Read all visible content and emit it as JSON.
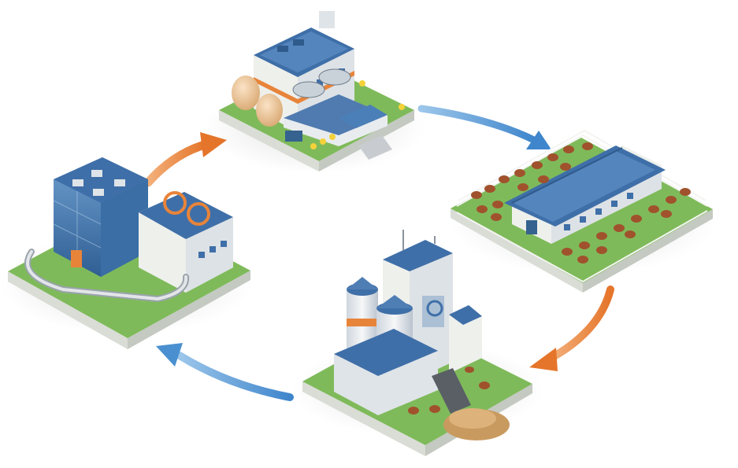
{
  "diagram": {
    "description_free": true,
    "stations": [
      {
        "id": "hatchery",
        "icon": "hatchery-building-icon"
      },
      {
        "id": "poultry-farm",
        "icon": "poultry-farm-icon"
      },
      {
        "id": "feed-mill",
        "icon": "feed-mill-icon"
      },
      {
        "id": "processing-plant",
        "icon": "processing-plant-icon"
      }
    ],
    "arrows": [
      {
        "from": "hatchery",
        "to": "poultry-farm",
        "color": "#4a90d0"
      },
      {
        "from": "poultry-farm",
        "to": "feed-mill",
        "color": "#e8843a"
      },
      {
        "from": "feed-mill",
        "to": "processing-plant",
        "color": "#4a90d0"
      },
      {
        "from": "processing-plant",
        "to": "hatchery",
        "color": "#e8843a"
      }
    ],
    "colors": {
      "roof_blue": "#3f6fa8",
      "wall_cream": "#eef0ec",
      "accent_orange": "#e8843a",
      "grass_green": "#7fba5a",
      "base_soil": "#d9ddd6",
      "chicken_brown": "#a0522d",
      "egg": "#e8c49a"
    }
  }
}
